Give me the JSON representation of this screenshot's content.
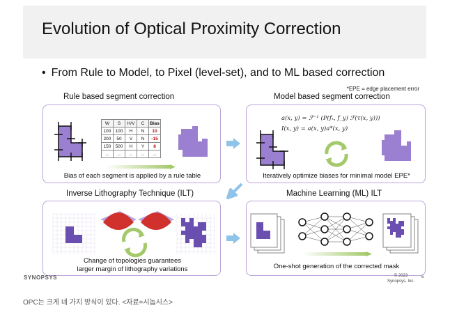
{
  "slide": {
    "title": "Evolution of Optical Proximity Correction",
    "bullet": "From Rule to Model, to Pixel (level-set), and to ML based correction",
    "epe_note": "*EPE = edge placement error"
  },
  "panels": {
    "rule": {
      "title": "Rule based segment correction",
      "caption": "Bias of each segment is applied by a rule table",
      "table": {
        "headers": [
          "W",
          "S",
          "H/V",
          "C",
          "Bias"
        ],
        "rows": [
          [
            "100",
            "100",
            "H",
            "N",
            "10"
          ],
          [
            "200",
            "50",
            "V",
            "N",
            "-15"
          ],
          [
            "150",
            "500",
            "H",
            "Y",
            "8"
          ],
          [
            "...",
            "...",
            "...",
            "...",
            "..."
          ]
        ]
      }
    },
    "model": {
      "title": "Model based segment correction",
      "caption": "Iteratively optimize biases for minimal model EPE*",
      "equation1": "a(x, y) = ℱ⁻¹ (P(fₓ, f_y) ℱ(τ(x, y)))",
      "equation2": "I(x, y) = a(x, y)a*(x, y)"
    },
    "ilt": {
      "title": "Inverse Lithography Technique (ILT)",
      "caption_line1": "Change of topologies guarantees",
      "caption_line2": "larger margin of lithography variations"
    },
    "ml": {
      "title": "Machine Learning (ML) ILT",
      "caption": "One-shot generation of the corrected mask"
    }
  },
  "footer": {
    "logo": "SYNOPSYS",
    "copyright_line1": "© 2023",
    "copyright_line2": "Synopsys, Inc.",
    "page": "6"
  },
  "outer_caption": "OPC는 크게 네 가지 방식이 있다. <자료=시놉시스>",
  "colors": {
    "shape_purple": "#9b7fd0",
    "panel_border": "#b8a3d8",
    "arrow_blue": "#8fc3ea",
    "cycle_green": "#a3c96a",
    "heat_red": "#d0312d",
    "title_bg": "#f1f1f1"
  }
}
